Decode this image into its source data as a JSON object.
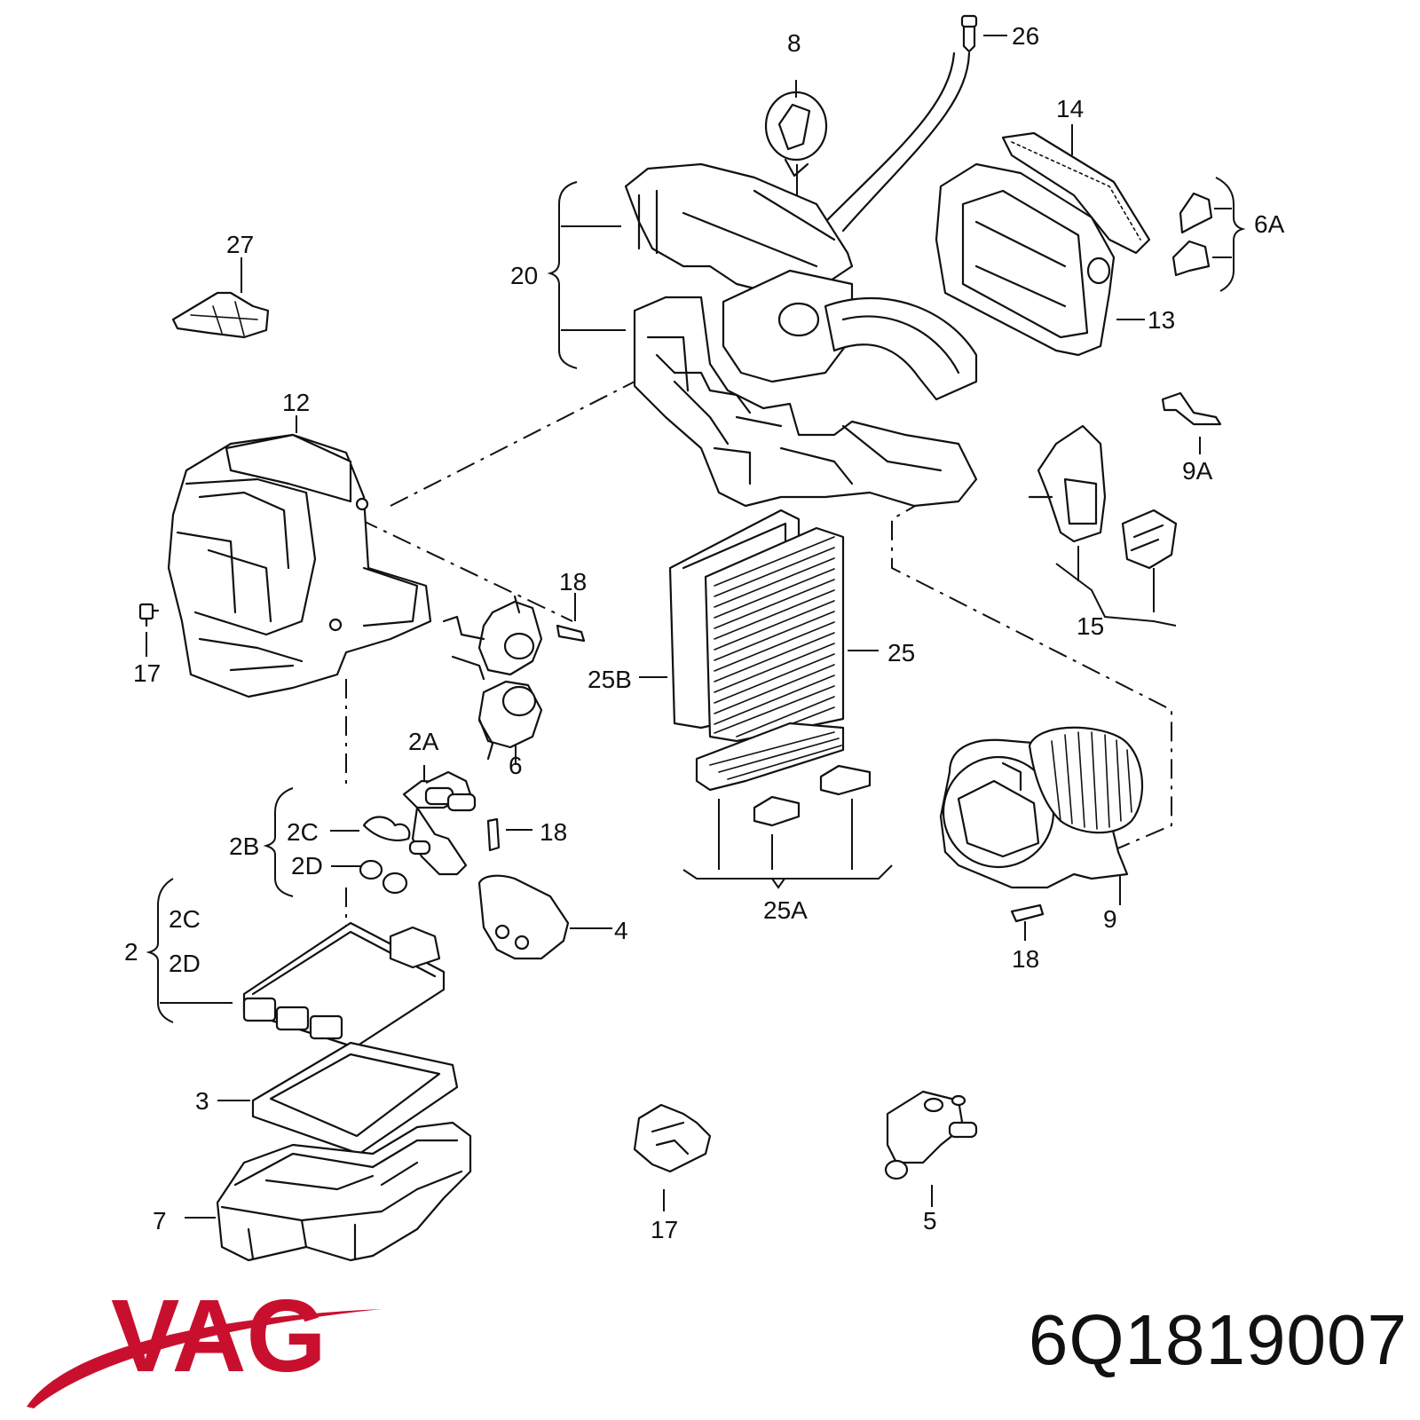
{
  "brand": {
    "logo_text": "VAG",
    "color": "#c8102e"
  },
  "part_number": "6Q1819007",
  "callouts": {
    "c26": "26",
    "c8": "8",
    "c14": "14",
    "c6A": "6A",
    "c20": "20",
    "c13": "13",
    "c27": "27",
    "c12": "12",
    "c9A": "9A",
    "c15": "15",
    "c18a": "18",
    "c17a": "17",
    "c6": "6",
    "c25": "25",
    "c25B": "25B",
    "c2A": "2A",
    "c2C_top": "2C",
    "c18b": "18",
    "c2B": "2B",
    "c2D_top": "2D",
    "c25A": "25A",
    "c9": "9",
    "c18c": "18",
    "c4": "4",
    "c2": "2",
    "c2C": "2C",
    "c2D": "2D",
    "c3": "3",
    "c7": "7",
    "c17b": "17",
    "c5": "5"
  }
}
